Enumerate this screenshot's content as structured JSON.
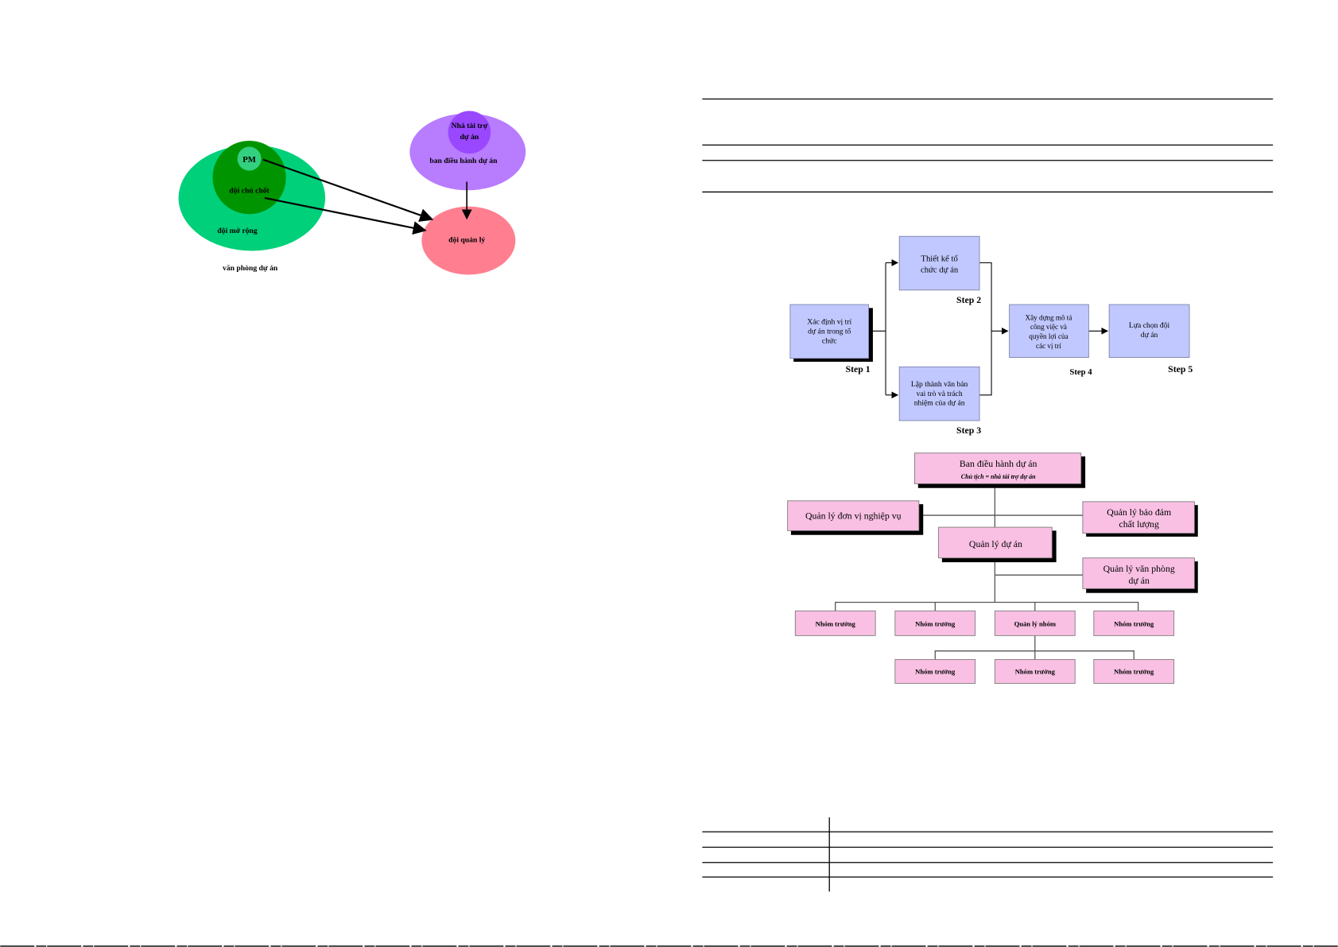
{
  "venn": {
    "pm": "PM",
    "core_team": "đội chủ chốt",
    "extended_team": "đội mở rộng",
    "project_office": "văn phòng dự án",
    "sponsor_line1": "Nhà tài trợ",
    "sponsor_line2": "dự án",
    "steering": "ban điều hành dự án",
    "management_team": "đội  quản lý",
    "colors": {
      "outer_green": "#00d07a",
      "core_green": "#009400",
      "pm_green": "#33d080",
      "purple": "#b87cff",
      "purple_inner": "#9a48ff",
      "pink": "#ff7f90"
    }
  },
  "flow": {
    "steps": [
      {
        "lines": [
          "Xác định vị trí",
          "dự án trong tổ",
          "chức"
        ],
        "label": "Step 1"
      },
      {
        "lines": [
          "Thiết kế tổ",
          "chức dự án"
        ],
        "label": "Step 2"
      },
      {
        "lines": [
          "Lập thành văn bản",
          "vai trò và trách",
          "nhiệm của dự án"
        ],
        "label": "Step 3"
      },
      {
        "lines": [
          "Xây dựng mô tả",
          "công việc và",
          "quyền lợi của",
          "các vị trí"
        ],
        "label": "Step 4"
      },
      {
        "lines": [
          "Lựa chọn đội",
          "dự án"
        ],
        "label": "Step 5"
      }
    ]
  },
  "org": {
    "board_title": "Ban điều hành dự án",
    "board_subtitle": "Chủ tịch = nhà tài trợ dự án",
    "business_unit": "Quản lý đơn vị nghiệp vụ",
    "qa_line1": "Quản lý bảo đảm",
    "qa_line2": "chất lượng",
    "pm": "Quản lý dự án",
    "pmo_line1": "Quản lý văn phòng",
    "pmo_line2": "dự án",
    "row1": [
      "Nhóm trưởng",
      "Nhóm trưởng",
      "Quản lý nhóm",
      "Nhóm trưởng"
    ],
    "row2": [
      "Nhóm trưởng",
      "Nhóm trưởng",
      "Nhóm trưởng"
    ]
  }
}
